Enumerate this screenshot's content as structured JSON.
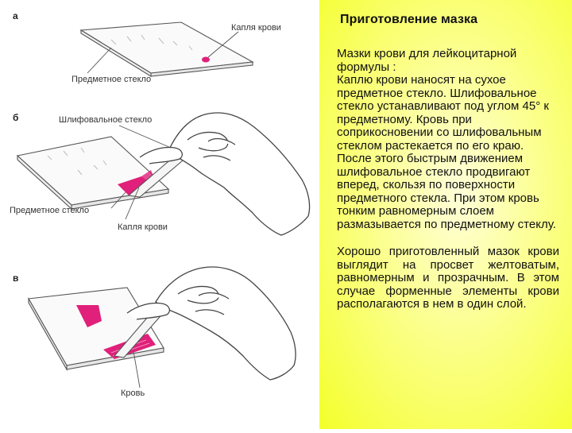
{
  "figure": {
    "step_a": "а",
    "step_b": "б",
    "step_c": "в",
    "labels": {
      "drop_top": "Капля крови",
      "slide_top": "Предметное стекло",
      "spreader": "Шлифовальное стекло",
      "slide_mid": "Предметное стекло",
      "drop_mid": "Капля крови",
      "blood": "Кровь"
    },
    "colors": {
      "blood": "#e0207a",
      "line": "#555555"
    }
  },
  "text": {
    "title": "Приготовление мазка",
    "para1": "Мазки крови для лейкоцитарной формулы :",
    "para2": "Каплю крови наносят на сухое предметное стекло. Шлифовальное стекло устанавливают под углом 45° к предметному. Кровь при соприкосновении со шлифовальным стеклом растекается по его краю. После этого быстрым движением шлифовальное стекло продвигают вперед, скользя по поверхности предметного стекла. При этом кровь тонким равномерным слоем размазывается по предметному стеклу.",
    "para3": "Хорошо приготовленный мазок крови выглядит на просвет желтоватым, равномерным и прозрачным. В этом случае форменные элементы крови располагаются в нем в один слой."
  }
}
